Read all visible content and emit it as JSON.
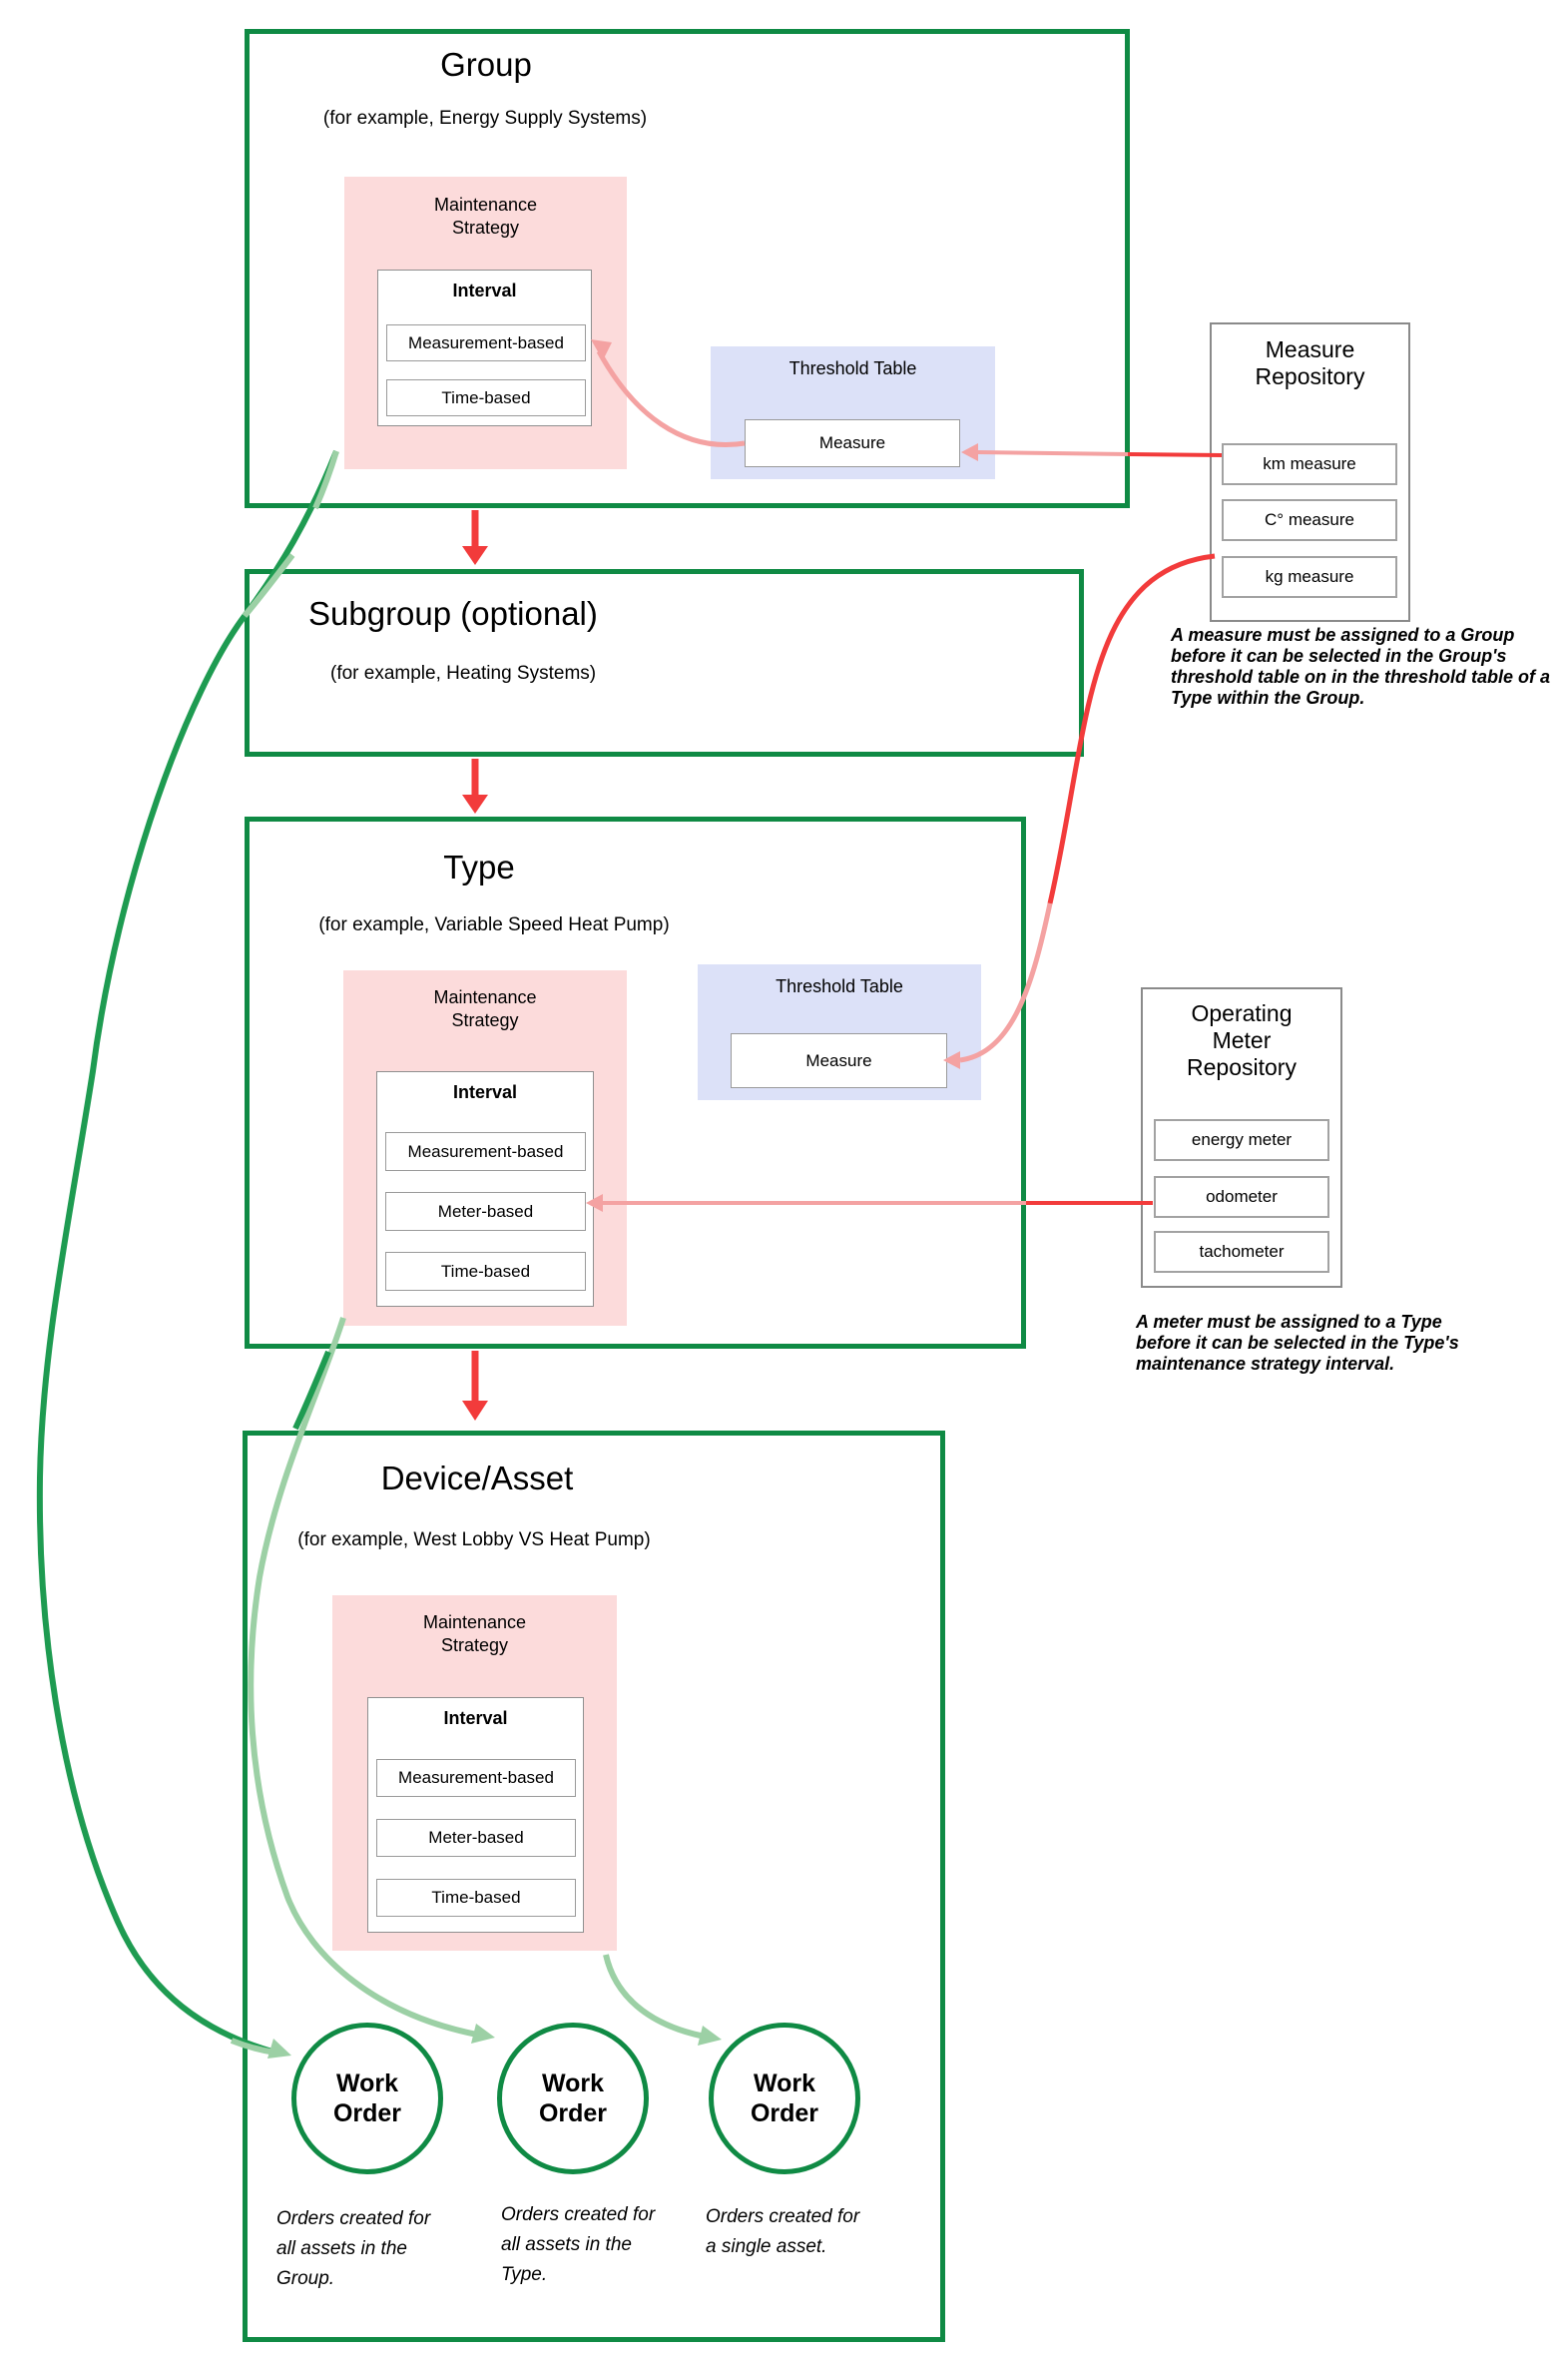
{
  "palette": {
    "box_border_green": "#0f8a44",
    "dark_curve_green": "#1e9b51",
    "light_curve_green": "#9cd0a5",
    "arrow_red": "#f23b3b",
    "arrow_pink": "#f4a2a2",
    "strategy_pink": "#fcdbdb",
    "threshold_blue": "#dce1f8"
  },
  "group": {
    "title": "Group",
    "subtitle": "(for example, Energy Supply Systems)",
    "maintenance_strategy": {
      "title": "Maintenance Strategy",
      "interval_label": "Interval",
      "options": [
        "Measurement-based",
        "Time-based"
      ]
    },
    "threshold_table": {
      "title": "Threshold Table",
      "measure_label": "Measure"
    }
  },
  "subgroup": {
    "title": "Subgroup (optional)",
    "subtitle": "(for example, Heating Systems)"
  },
  "type": {
    "title": "Type",
    "subtitle": "(for example, Variable Speed Heat Pump)",
    "maintenance_strategy": {
      "title": "Maintenance Strategy",
      "interval_label": "Interval",
      "options": [
        "Measurement-based",
        "Meter-based",
        "Time-based"
      ]
    },
    "threshold_table": {
      "title": "Threshold Table",
      "measure_label": "Measure"
    }
  },
  "device": {
    "title": "Device/Asset",
    "subtitle": "(for example, West Lobby VS Heat Pump)",
    "maintenance_strategy": {
      "title": "Maintenance Strategy",
      "interval_label": "Interval",
      "options": [
        "Measurement-based",
        "Meter-based",
        "Time-based"
      ]
    }
  },
  "measure_repository": {
    "title": "Measure Repository",
    "items": [
      "km measure",
      "C° measure",
      "kg measure"
    ],
    "note": "A measure must be assigned to a Group before it can be selected in the Group's threshold table on in the threshold table of a Type within the Group."
  },
  "operating_meter_repository": {
    "title": "Operating Meter Repository",
    "items": [
      "energy meter",
      "odometer",
      "tachometer"
    ],
    "note": "A meter must be assigned to a Type before it can be selected in the Type's maintenance strategy interval."
  },
  "work_orders": [
    {
      "label": "Work Order",
      "caption": "Orders created for all assets in the Group."
    },
    {
      "label": "Work Order",
      "caption": "Orders created for all assets in the Type."
    },
    {
      "label": "Work Order",
      "caption": "Orders created for a single asset."
    }
  ]
}
